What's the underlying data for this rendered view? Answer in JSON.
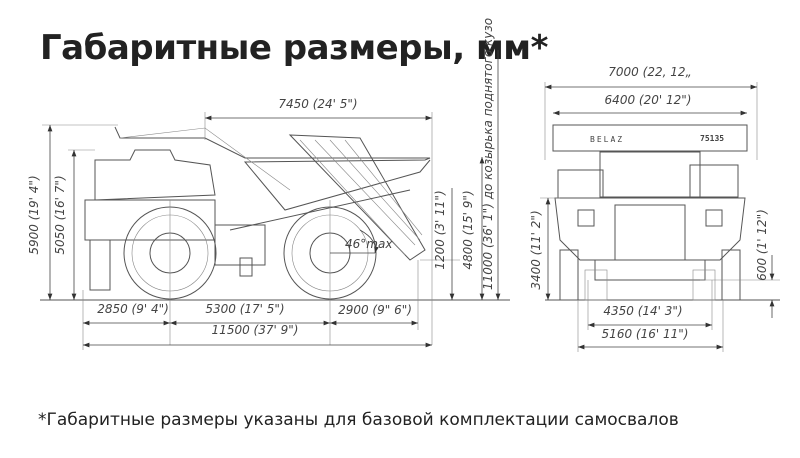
{
  "title": "Габаритные размеры, мм*",
  "footnote": "*Габаритные размеры указаны для базовой комплектации самосвалов",
  "side_view": {
    "body_length": "7450 (24' 5\")",
    "height_total": "5900 (19' 4\")",
    "height_cab": "5050 (16' 7\")",
    "front_overhang": "2850 (9' 4\")",
    "wheelbase": "5300 (17' 5\")",
    "rear_overhang": "2900 (9\" 6\")",
    "length_total": "11500 (37' 9\")",
    "rear_clearance": "1200 (3' 11\")",
    "loading_height": "4800 (15' 9\")",
    "raised_height": "11000 (36' 1\") до козырька поднятого кузо",
    "dump_angle": "46°max"
  },
  "front_view": {
    "width_total": "7000 (22, 12„",
    "width_body": "6400 (20' 12\")",
    "height_platform": "3400 (11' 2\")",
    "ground_clearance": "600 (1' 12\")",
    "track_front": "4350 (14' 3\")",
    "track_outer": "5160 (16' 11\")",
    "brand_logo": "BELAZ",
    "model_badge": "75135"
  }
}
